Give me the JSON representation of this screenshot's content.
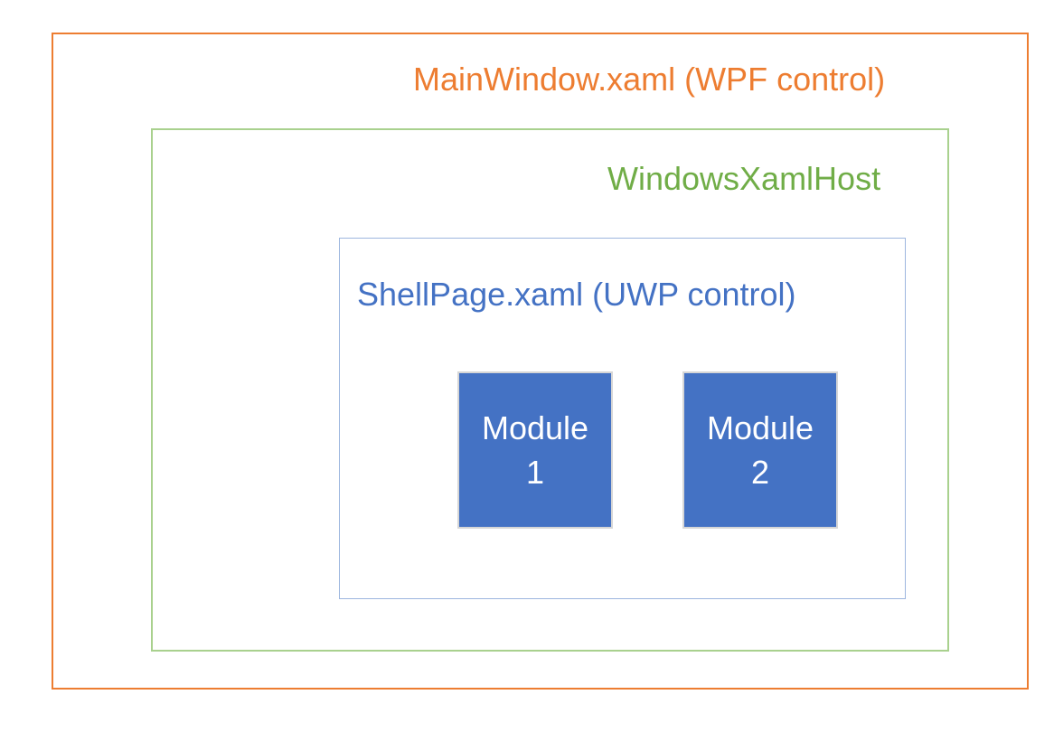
{
  "page": {
    "background_color": "#FFFFFF"
  },
  "diagram": {
    "main_window": {
      "label": "MainWindow.xaml (WPF control)",
      "text_color": "#ED7D31",
      "border_color": "#ED7D31"
    },
    "xaml_host": {
      "label": "WindowsXamlHost",
      "text_color": "#70AD47",
      "border_color": "#A9D18E"
    },
    "shell_page": {
      "label": "ShellPage.xaml (UWP control)",
      "text_color": "#4472C4",
      "border_color": "#9DB6DF"
    },
    "modules": [
      {
        "label_line1": "Module",
        "label_line2": "1"
      },
      {
        "label_line1": "Module",
        "label_line2": "2"
      }
    ],
    "module_style": {
      "fill_color": "#4472C4",
      "border_color": "#D6D6D6",
      "text_color": "#FFFFFF"
    }
  }
}
